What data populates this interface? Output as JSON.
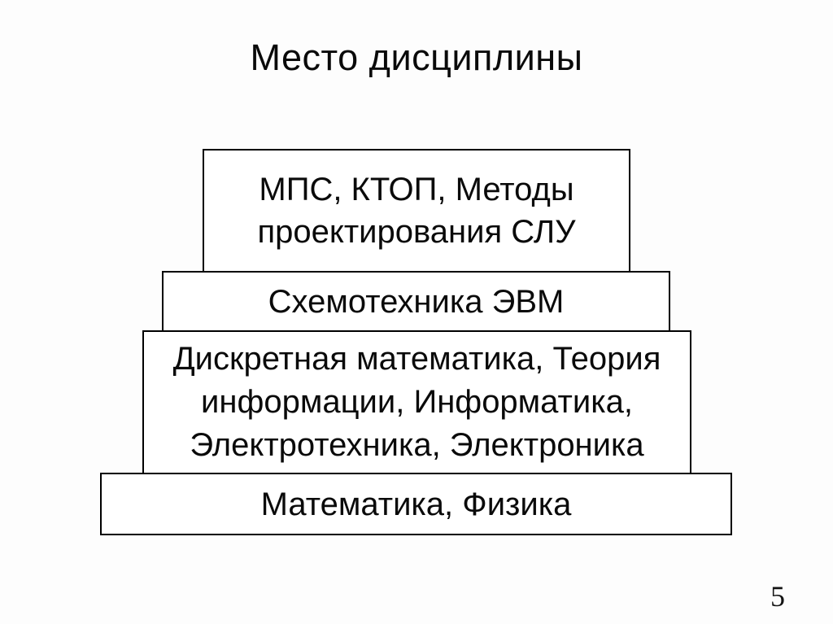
{
  "title": "Место дисциплины",
  "page_number": "5",
  "pyramid": {
    "levels": [
      {
        "name": "level-1",
        "lines": [
          "МПС, КТОП, Методы",
          "проектирования СЛУ"
        ]
      },
      {
        "name": "level-2",
        "lines": [
          "Схемотехника ЭВМ"
        ]
      },
      {
        "name": "level-3",
        "lines": [
          "Дискретная математика, Теория",
          "информации, Информатика,",
          "Электротехника, Электроника"
        ]
      },
      {
        "name": "level-4",
        "lines": [
          "Математика, Физика"
        ]
      }
    ]
  },
  "colors": {
    "background": "#fdfdfd",
    "box_fill": "#ffffff",
    "border": "#000000",
    "text": "#0a0a0a"
  }
}
